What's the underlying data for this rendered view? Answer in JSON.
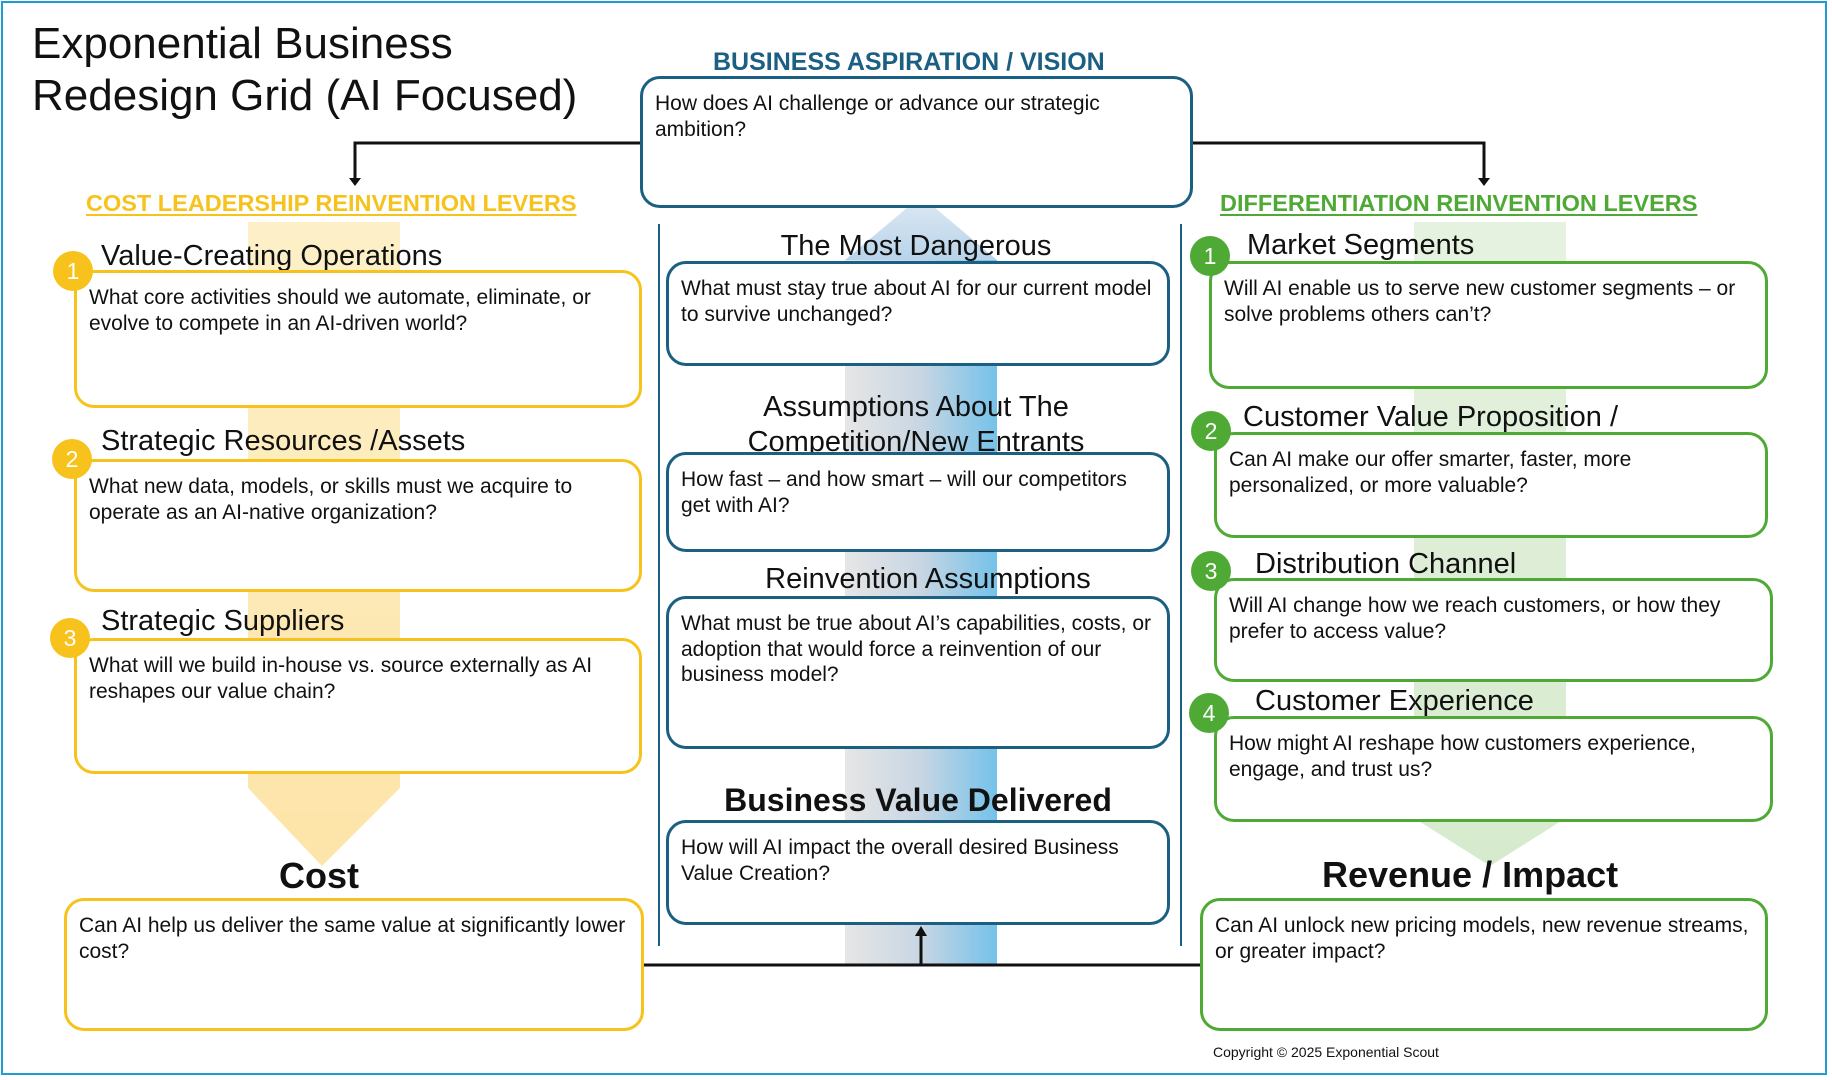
{
  "title": "Exponential Business\nRedesign Grid (AI Focused)",
  "vision": {
    "heading": "BUSINESS ASPIRATION / VISION",
    "question": "How does AI challenge or advance our strategic ambition?"
  },
  "cost_levers": {
    "heading": "COST LEADERSHIP REINVENTION LEVERS",
    "items": [
      {
        "number": "1",
        "label": "Value-Creating Operations",
        "question": "What core activities should we automate, eliminate, or evolve to compete in an AI-driven world?"
      },
      {
        "number": "2",
        "label": "Strategic Resources /Assets",
        "question": "What new data, models, or skills must we acquire to operate as an AI-native organization?"
      },
      {
        "number": "3",
        "label": "Strategic Suppliers",
        "question": "What will we build in-house vs. source externally as AI reshapes our value chain?"
      }
    ],
    "outcome": {
      "label": "Cost",
      "question": "Can AI help us deliver the same value at significantly lower cost?"
    }
  },
  "center": {
    "items": [
      {
        "label": "The Most Dangerous",
        "question": "What must stay true about AI for our current model to survive unchanged?"
      },
      {
        "label": "Assumptions About The Competition/New Entrants",
        "question": "How fast – and how smart – will our competitors get with AI?"
      },
      {
        "label": "Reinvention Assumptions",
        "question": "What must be true about AI’s capabilities, costs, or adoption that would force a reinvention of our business model?"
      }
    ],
    "outcome": {
      "label": "Business Value Delivered",
      "question": "How will AI impact the overall desired Business Value Creation?"
    }
  },
  "diff_levers": {
    "heading": "DIFFERENTIATION REINVENTION LEVERS",
    "items": [
      {
        "number": "1",
        "label": "Market Segments",
        "question": "Will AI enable us to serve new customer segments – or solve problems others can’t?"
      },
      {
        "number": "2",
        "label": "Customer Value Proposition /",
        "question": "Can AI make our offer smarter, faster, more personalized, or more valuable?"
      },
      {
        "number": "3",
        "label": "Distribution Channel",
        "question": "Will AI change how we reach customers, or how they prefer to access value?"
      },
      {
        "number": "4",
        "label": "Customer Experience",
        "question": "How might AI reshape how customers experience, engage, and trust us?"
      }
    ],
    "outcome": {
      "label": "Revenue / Impact",
      "question": "Can AI unlock new pricing models, new revenue streams, or greater impact?"
    }
  },
  "copyright": "Copyright © 2025 Exponential Scout",
  "colors": {
    "cost": "#f7c21b",
    "differentiation": "#4fa935",
    "vision": "#1b5f82",
    "frame": "#1f9bd7"
  }
}
